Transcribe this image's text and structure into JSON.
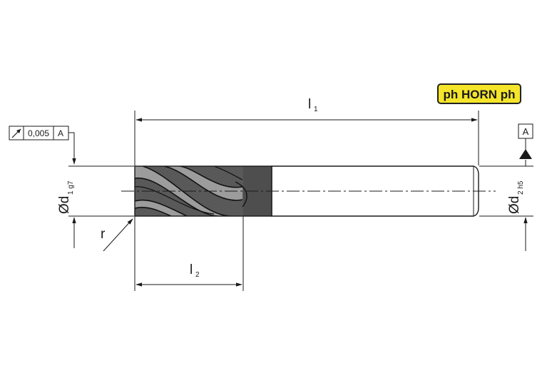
{
  "logo": {
    "text": "ph HORN ph",
    "background": "#f5e52a",
    "border": "#222222"
  },
  "tolerance_frame": {
    "symbol": "circular-runout-arrow",
    "value": "0,005",
    "datum": "A"
  },
  "datum_label": "A",
  "dimensions": {
    "l1": {
      "main": "l",
      "sub": "1"
    },
    "l2": {
      "main": "l",
      "sub": "2"
    },
    "d1": {
      "main": "Ød",
      "sub": "1 g7"
    },
    "d2": {
      "main": "Ød",
      "sub": "2 h5"
    },
    "r": {
      "main": "r"
    }
  },
  "colors": {
    "line": "#1a1a1a",
    "cutter": "#5c5c5c",
    "flute": "#9a9a9a",
    "shank_end": "#4a4a4a",
    "paper": "#ffffff"
  }
}
